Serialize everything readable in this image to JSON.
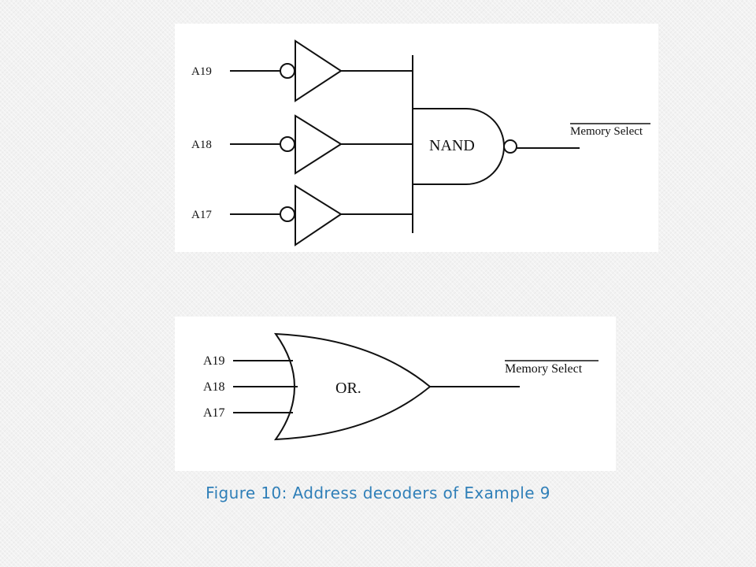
{
  "top_diagram": {
    "inputs": [
      "A19",
      "A18",
      "A17"
    ],
    "gate_label": "NAND",
    "output_label": "Memory Select"
  },
  "bottom_diagram": {
    "inputs": [
      "A19",
      "A18",
      "A17"
    ],
    "gate_label": "OR.",
    "output_label": "Memory Select"
  },
  "caption": "Figure 10: Address decoders of Example 9"
}
